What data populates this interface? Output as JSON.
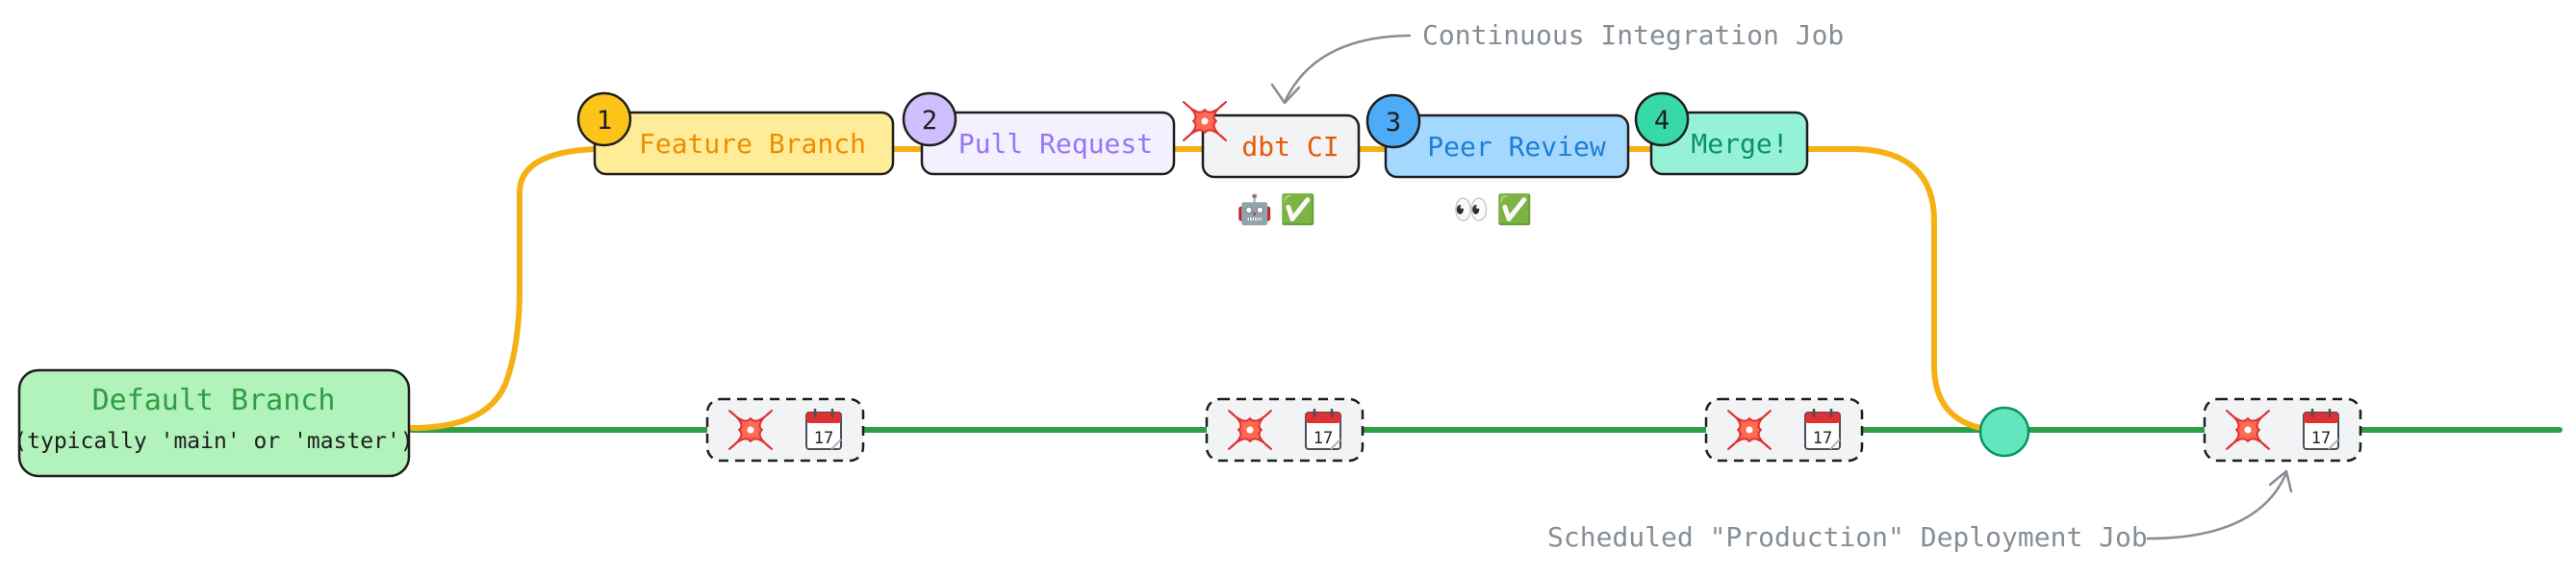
{
  "default_branch": {
    "title": "Default Branch",
    "subtitle": "(typically 'main' or 'master')"
  },
  "steps": [
    {
      "number": "1",
      "label": "Feature Branch"
    },
    {
      "number": "2",
      "label": "Pull Request"
    },
    {
      "number": "",
      "label": "dbt CI"
    },
    {
      "number": "3",
      "label": "Peer Review"
    },
    {
      "number": "4",
      "label": "Merge!"
    }
  ],
  "emojis": {
    "ci_robot": "🤖",
    "ci_check": "✅",
    "review_eyes": "👀",
    "review_check": "✅"
  },
  "calendar_day": "17",
  "annotations": {
    "ci": "Continuous Integration Job",
    "scheduled": "Scheduled \"Production\" Deployment Job"
  },
  "colors": {
    "main_line": "#2f9e44",
    "feature_line": "#f5b014",
    "default_fill": "#b2f2bb",
    "default_text": "#2f9e44",
    "step1_fill": "#ffec99",
    "step1_text": "#f08c00",
    "step1_badge": "#fcc419",
    "step2_fill": "#f3f0ff",
    "step2_text": "#9775fa",
    "step2_badge": "#d0bfff",
    "ci_fill": "#f1f3f5",
    "ci_text": "#e8590c",
    "step3_fill": "#a5d8ff",
    "step3_text": "#1c7ed6",
    "step3_badge": "#4dabf7",
    "step4_fill": "#96f2d7",
    "step4_text": "#099268",
    "step4_badge": "#38d9a9",
    "dbt_logo": "#fe6a53",
    "annotation": "#868e96",
    "stroke": "#1e1e1e"
  }
}
